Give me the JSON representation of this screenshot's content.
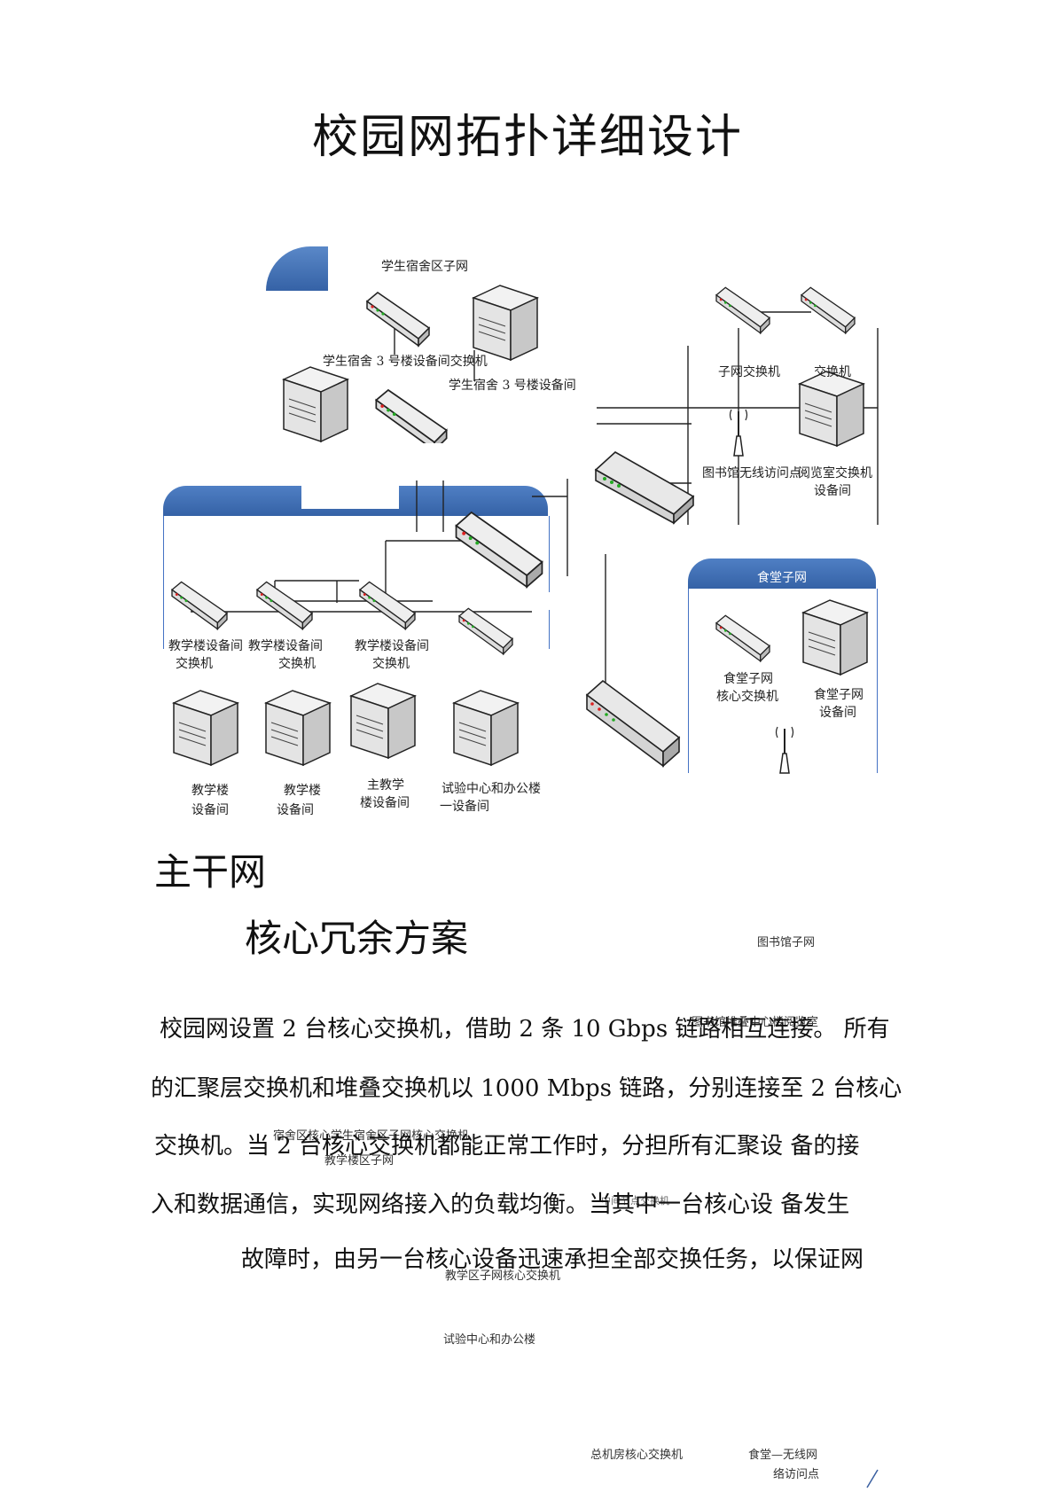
{
  "title": "校园网拓扑详细设计",
  "diagram": {
    "dorm_zone_label": "学生宿舍区子网",
    "dorm3_switch_label": "学生宿舍 3 号楼设备间交换机",
    "dorm3_room_label": "学生宿舍 3 号楼设备间",
    "lib_subnet_switch_label": "子网交换机",
    "lib_switch_label": "交换机",
    "lib_wireless_label": "图书馆无线访问点",
    "lib_reading_label": "阅览室交换机",
    "lib_reading_room_label": "设备间",
    "canteen_zone_label": "食堂子网",
    "canteen_core_label_1": "食堂子网",
    "canteen_core_label_2": "核心交换机",
    "canteen_room_label_1": "食堂子网",
    "canteen_room_label_2": "设备间",
    "teach_sw1_label_1": "教学楼设备间",
    "teach_sw1_label_2": "交换机",
    "teach_sw2_label_1": "教学楼设备间",
    "teach_sw2_label_2": "交换机",
    "teach_sw3_label_1": "教学楼设备间",
    "teach_sw3_label_2": "交换机",
    "teach_room1_label_1": "教学楼",
    "teach_room1_label_2": "设备间",
    "teach_room2_label_1": "教学楼",
    "teach_room2_label_2": "设备间",
    "teach_room3_label_1": "主教学",
    "teach_room3_label_2": "楼设备间",
    "teach_room4_label_1": "试验中心和办公楼",
    "teach_room4_label_2": "一设备间"
  },
  "section_heading": "主干网",
  "subsection_heading": "核心冗余方案",
  "paragraph": {
    "line1": "校园网设置 2 台核心交换机，借助 2 条 10 Gbps 链路相互连接。 所有",
    "line2": "的汇聚层交换机和堆叠交换机以 1000 Mbps 链路，分别连接至 2 台核心",
    "line3": "交换机。当 2 台核心交换机都能正常工作时，分担所有汇聚设  备的接",
    "line4": "入和数据通信，实现网络接入的负载均衡。当其中一台核心设  备发生",
    "line5": "故障时，由另一台核心设备迅速承担全部交换任务，以保证网"
  },
  "stray_labels": {
    "lib_subnet": "图书馆子网",
    "lib_overlap": "图书馆堆叠中心楼阅览室",
    "dorm_core": "宿舍区核心学生宿舍区子网核心交换机",
    "teach_zone": "教学楼区子网",
    "mid_fragment": "中间节点交换机",
    "teach_core": "教学区子网核心交换机",
    "lab_office": "试验中心和办公楼",
    "main_core": "总机房核心交换机",
    "canteen_wifi_1": "食堂—无线网",
    "canteen_wifi_2": "络访问点"
  }
}
